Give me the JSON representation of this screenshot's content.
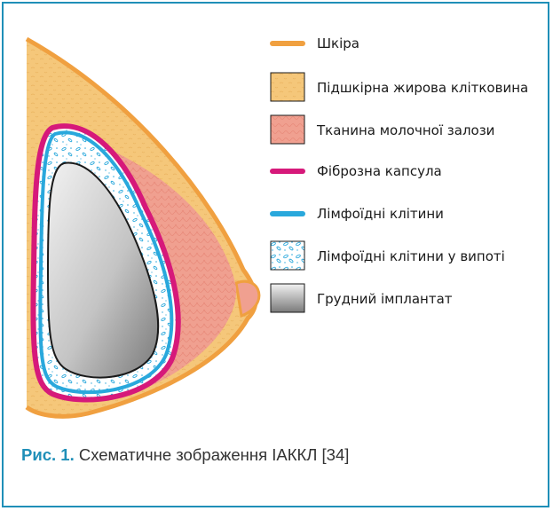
{
  "legend": {
    "items": [
      {
        "label": "Шкіра",
        "icon": "skin-line-swatch",
        "color": "#f0a040"
      },
      {
        "label": "Підшкірна жирова клітковина",
        "icon": "fat-tissue-swatch",
        "color": "#f5c77a"
      },
      {
        "label": "Тканина молочної залози",
        "icon": "gland-tissue-swatch",
        "color": "#f0a090"
      },
      {
        "label": "Фіброзна капсула",
        "icon": "fibrous-capsule-line-swatch",
        "color": "#d6197a"
      },
      {
        "label": "Лімфоїдні клітини",
        "icon": "lymphoid-cells-line-swatch",
        "color": "#29a8dc"
      },
      {
        "label": "Лімфоїдні клітини у випоті",
        "icon": "effusion-cells-swatch",
        "color": "#29a8dc"
      },
      {
        "label": "Грудний імплантат",
        "icon": "implant-gradient-swatch",
        "color": "#9a9a9a"
      }
    ]
  },
  "caption": {
    "figure_label": "Рис. 1.",
    "text": " Схематичне зображення ІАККЛ [34]"
  },
  "colors": {
    "frame": "#1f8fb8",
    "skin": "#f0a040",
    "fat": "#f5c77a",
    "gland": "#f0a090",
    "capsule": "#d6197a",
    "lymphoid": "#29a8dc",
    "implant_light": "#f2f2f2",
    "implant_dark": "#7a7a7a"
  }
}
